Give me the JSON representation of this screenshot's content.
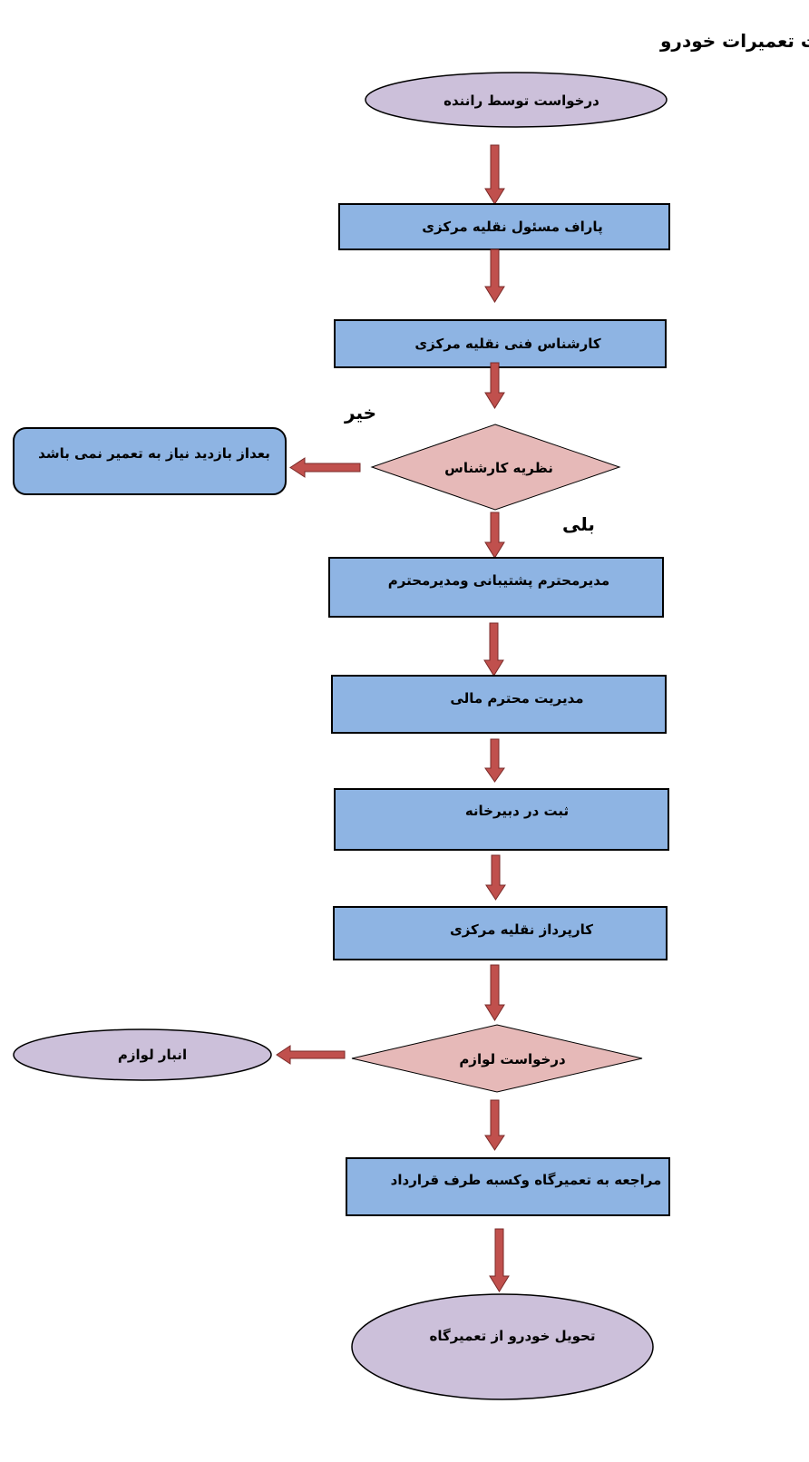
{
  "title": "فرآیند درخواست تعمیرات خودرو",
  "nodes": {
    "start": "درخواست توسط راننده",
    "step1": "پاراف مسئول  نقلیه مرکزی",
    "step2": "کارشناس فنی نقلیه مرکزی",
    "decision1": "نظریه کارشناس",
    "no_result": "بعداز بازدید نیاز به تعمیر نمی باشد",
    "step3": "مدیرمحترم پشتیبانی ومدیرمحترم",
    "step4": "مدیریت محترم مالی",
    "step5": "ثبت در دبیرخانه",
    "step6": "کارپرداز نقلیه مرکزی",
    "decision2": "درخواست لوازم",
    "warehouse": "انبار لوازم",
    "step7": "مراجعه به تعمیرگاه وکسبه طرف قرارداد",
    "end": "تحویل خودرو از تعمیرگاه"
  },
  "branches": {
    "no": "خیر",
    "yes": "بلی"
  },
  "colors": {
    "process": "#8eb4e3",
    "terminal": "#ccc0da",
    "decision": "#e6b9b8",
    "arrow": "#c0504d"
  }
}
